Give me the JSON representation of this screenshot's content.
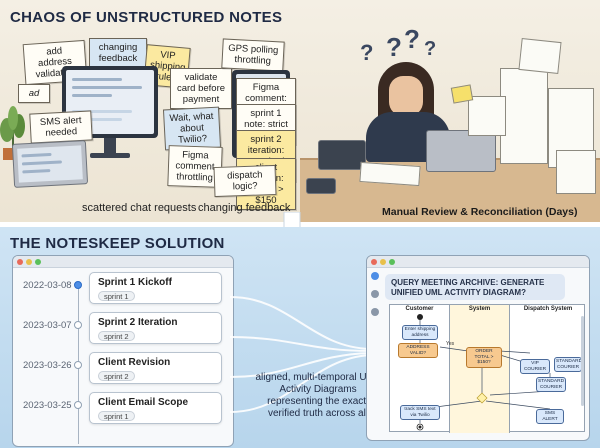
{
  "top": {
    "title": "CHAOS OF UNSTRUCTURED NOTES",
    "notes": {
      "add_address": "add address validation",
      "changing_feedback": "changing feedback",
      "vip_shipping": "VIP shipping rule?",
      "validate_card": "validate card before payment",
      "gps_polling": "GPS polling throttling",
      "sms_alert": "SMS alert needed",
      "figma_ui_timer": "Figma comment: new UI timer",
      "sprint1_note": "sprint 1 note: strict validation",
      "wait_twilio": "Wait, what about Twilio?",
      "sprint2_iteration": "sprint 2 iteration: standard flow",
      "client_revision": "client revision: orders > $150",
      "figma_throttling": "Figma comment throttling",
      "dispatch_logic": "dispatch logic?",
      "ad_scribble": "ad"
    },
    "captions": {
      "scattered": "scattered chat requests",
      "changing": "changing feedback",
      "manual_review": "Manual Review & Reconciliation (Days)"
    },
    "question_mark": "?"
  },
  "bottom": {
    "title": "THE NOTESKEEP SOLUTION",
    "timeline": [
      {
        "date": "2022-03-08",
        "title": "Sprint 1 Kickoff",
        "tag": "sprint 1",
        "active": true
      },
      {
        "date": "2023-03-07",
        "title": "Sprint 2 Iteration",
        "tag": "sprint 2",
        "active": false
      },
      {
        "date": "2023-03-26",
        "title": "Client Revision",
        "tag": "sprint 2",
        "active": false
      },
      {
        "date": "2023-03-25",
        "title": "Client Email Scope",
        "tag": "sprint 1",
        "active": false
      }
    ],
    "flow_caption": "aligned, multi-temporal UML Activity Diagrams representing the exact, verified truth across all",
    "query": "QUERY MEETING ARCHIVE: GENERATE UNIFIED UML ACTIVITY DIAGRAM?",
    "diagram": {
      "lanes": [
        "Customer",
        "System",
        "Dispatch System"
      ],
      "activities": {
        "enter_address": "Enter shipping address",
        "address_valid": "ADDRESS VALID?",
        "order_total": "ORDER TOTAL > $150?",
        "yes": "Yes",
        "no": "No",
        "vip_courier": "VIP COURIER",
        "standard_courier_a": "STANDARD COURIER",
        "standard_courier_b": "STANDARD COURIER",
        "check_sms": "track SMS text via Twilio",
        "sms_alert": "SMS ALERT"
      }
    }
  },
  "colors": {
    "accent": "#4d8ee6",
    "title": "#1f2a44",
    "top_bg": "#f4efe4",
    "bottom_bg": "#cfe4f4"
  }
}
